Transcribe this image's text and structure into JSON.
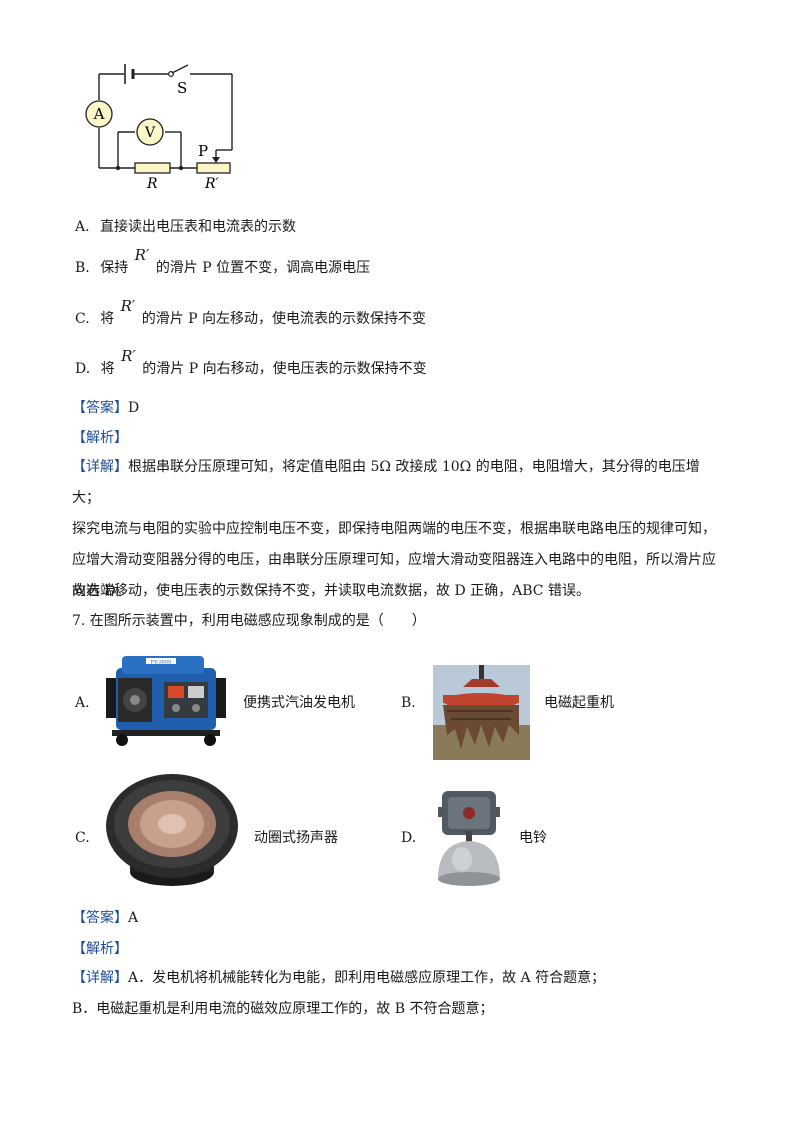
{
  "circuit": {
    "ammeter": "A",
    "voltmeter": "V",
    "switch": "S",
    "slider": "P",
    "resistor_fixed": "R",
    "resistor_variable": "R′"
  },
  "q6": {
    "options": [
      {
        "letter": "A.",
        "text": "直接读出电压表和电流表的示数"
      },
      {
        "letter": "B.",
        "pre": "保持",
        "sym": "R′",
        "text": "的滑片 P 位置不变，调高电源电压"
      },
      {
        "letter": "C.",
        "pre": "将",
        "sym": "R′",
        "text": "的滑片 P 向左移动，使电流表的示数保持不变"
      },
      {
        "letter": "D.",
        "pre": "将",
        "sym": "R′",
        "text": "的滑片 P 向右移动，使电压表的示数保持不变"
      }
    ],
    "answer_tag": "【答案】",
    "answer": "D",
    "analysis_tag": "【解析】",
    "detail_tag": "【详解】",
    "detail_lines": [
      "根据串联分压原理可知，将定值电阻由 5Ω 改接成 10Ω 的电阻，电阻增大，其分得的电压增大；",
      "探究电流与电阻的实验中应控制电压不变，即保持电阻两端的电压不变，根据串联电路电压的规律可知，",
      "应增大滑动变阻器分得的电压，由串联分压原理可知，应增大滑动变阻器连入电路中的电阻，所以滑片应",
      "向右端移动，使电压表的示数保持不变，并读取电流数据，故 D 正确，ABC 错误。"
    ],
    "conclusion": "故选 D。"
  },
  "q7": {
    "stem": "7. 在图所示装置中，利用电磁感应现象制成的是（　　）",
    "options": [
      {
        "letter": "A.",
        "label": "便携式汽油发电机",
        "image": "generator-icon"
      },
      {
        "letter": "B.",
        "label": "电磁起重机",
        "image": "electromagnet-crane-icon"
      },
      {
        "letter": "C.",
        "label": "动圈式扬声器",
        "image": "speaker-icon"
      },
      {
        "letter": "D.",
        "label": "电铃",
        "image": "bell-icon"
      }
    ],
    "answer_tag": "【答案】",
    "answer": "A",
    "analysis_tag": "【解析】",
    "detail_tag": "【详解】",
    "detail_lines": [
      "A．发电机将机械能转化为电能，即利用电磁感应原理工作，故 A 符合题意；",
      "B．电磁起重机是利用电流的磁效应原理工作的，故 B 不符合题意；"
    ]
  },
  "generator_brand": "FY-3800"
}
